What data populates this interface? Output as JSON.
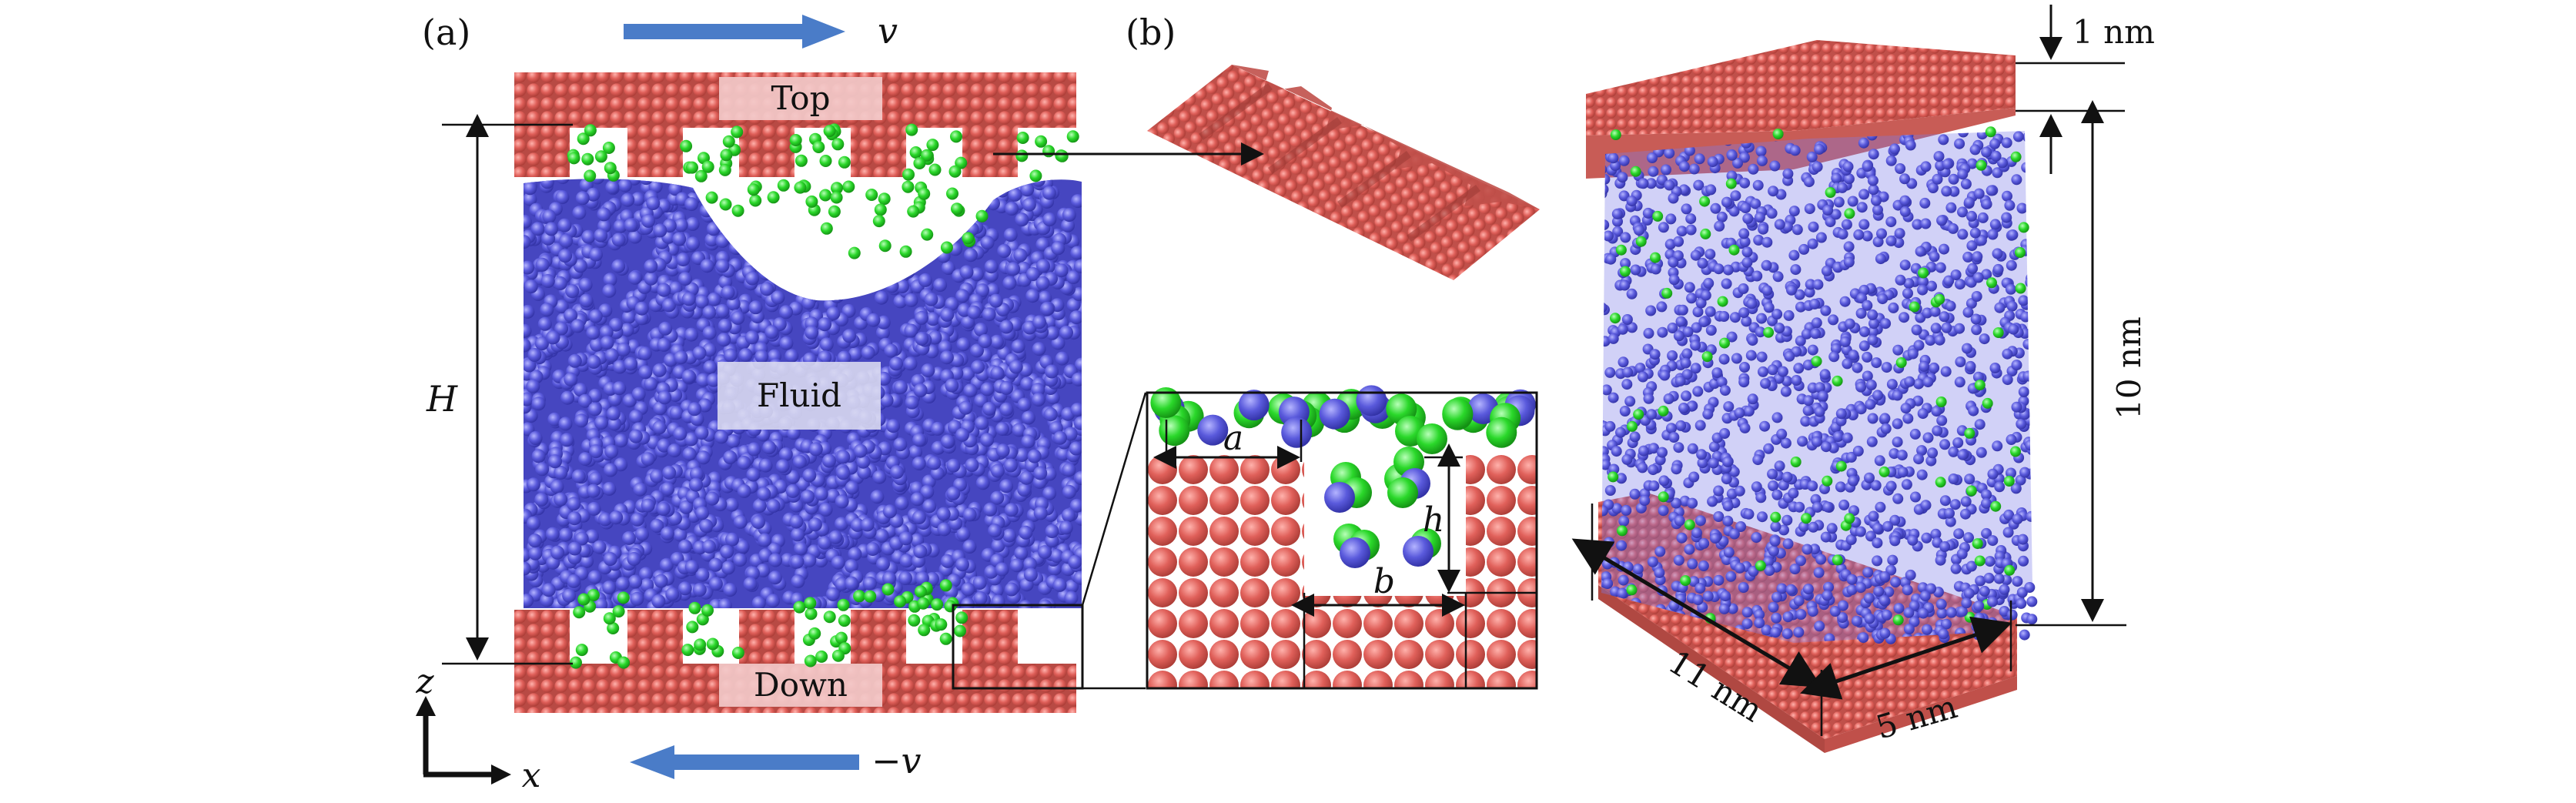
{
  "panel_labels": {
    "a": "(a)",
    "b": "(b)"
  },
  "velocity": {
    "top": "v",
    "bottom": "−v"
  },
  "regions": {
    "top_wall": "Top",
    "bottom_wall": "Down",
    "fluid": "Fluid"
  },
  "dims_panel_a": {
    "height": "H"
  },
  "inset": {
    "width_a": "a",
    "gap_b": "b",
    "groove_h": "h"
  },
  "axes": {
    "z": "z",
    "x": "x"
  },
  "box_dims": {
    "wall_thickness": "1 nm",
    "channel_height": "10 nm",
    "length": "11 nm",
    "width": "5 nm"
  },
  "colors": {
    "wall": "#e0605a",
    "fluid": "#5858d8",
    "gas": "#22cc22",
    "arrow": "#4a7cc8",
    "label_box": "#f2c9c9",
    "fluid_label_box": "#d8d8f0"
  }
}
